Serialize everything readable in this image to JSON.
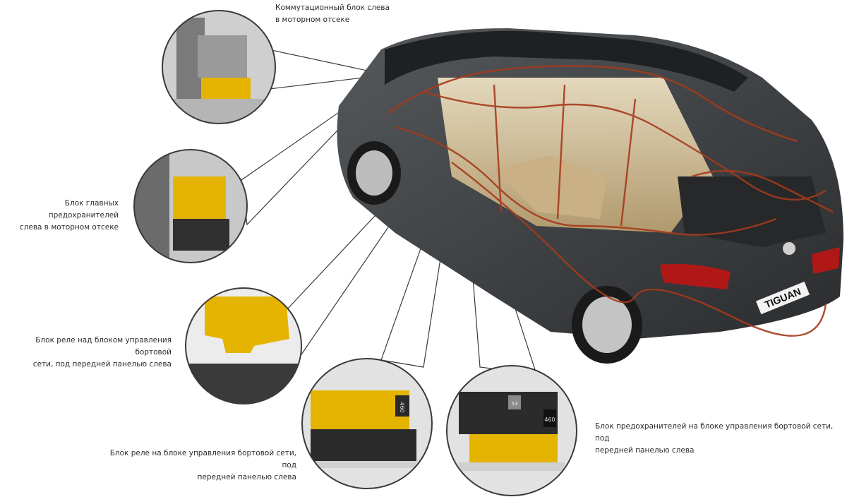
{
  "diagram": {
    "vehicle": {
      "model_badge": "TIGUAN",
      "colors": {
        "body": "#3a3d40",
        "wiring": "#a63a1c",
        "seats": "#d8c39a",
        "highlight": "#e5b400",
        "taillight": "#b01818"
      }
    },
    "callouts": [
      {
        "id": "engine-switch-block",
        "lines": [
          "Коммутационный блок слева",
          "в моторном отсеке"
        ]
      },
      {
        "id": "main-fuse-block",
        "lines": [
          "Блок главных предохранителей",
          "слева в моторном отсеке"
        ]
      },
      {
        "id": "relay-above-bcm",
        "lines": [
          "Блок реле над блоком управления бортовой",
          "сети, под передней панелью слева"
        ]
      },
      {
        "id": "relay-on-bcm",
        "lines": [
          "Блок реле на блоке управления бортовой сети, под",
          "передней панелью слева"
        ]
      },
      {
        "id": "fuse-on-bcm",
        "lines": [
          "Блок предохранителей на блоке управления бортовой сети, под",
          "передней панелью слева"
        ]
      }
    ],
    "inset_labels": {
      "relay_number_a": "460",
      "relay_number_b": "460",
      "relay_code": "53"
    }
  }
}
